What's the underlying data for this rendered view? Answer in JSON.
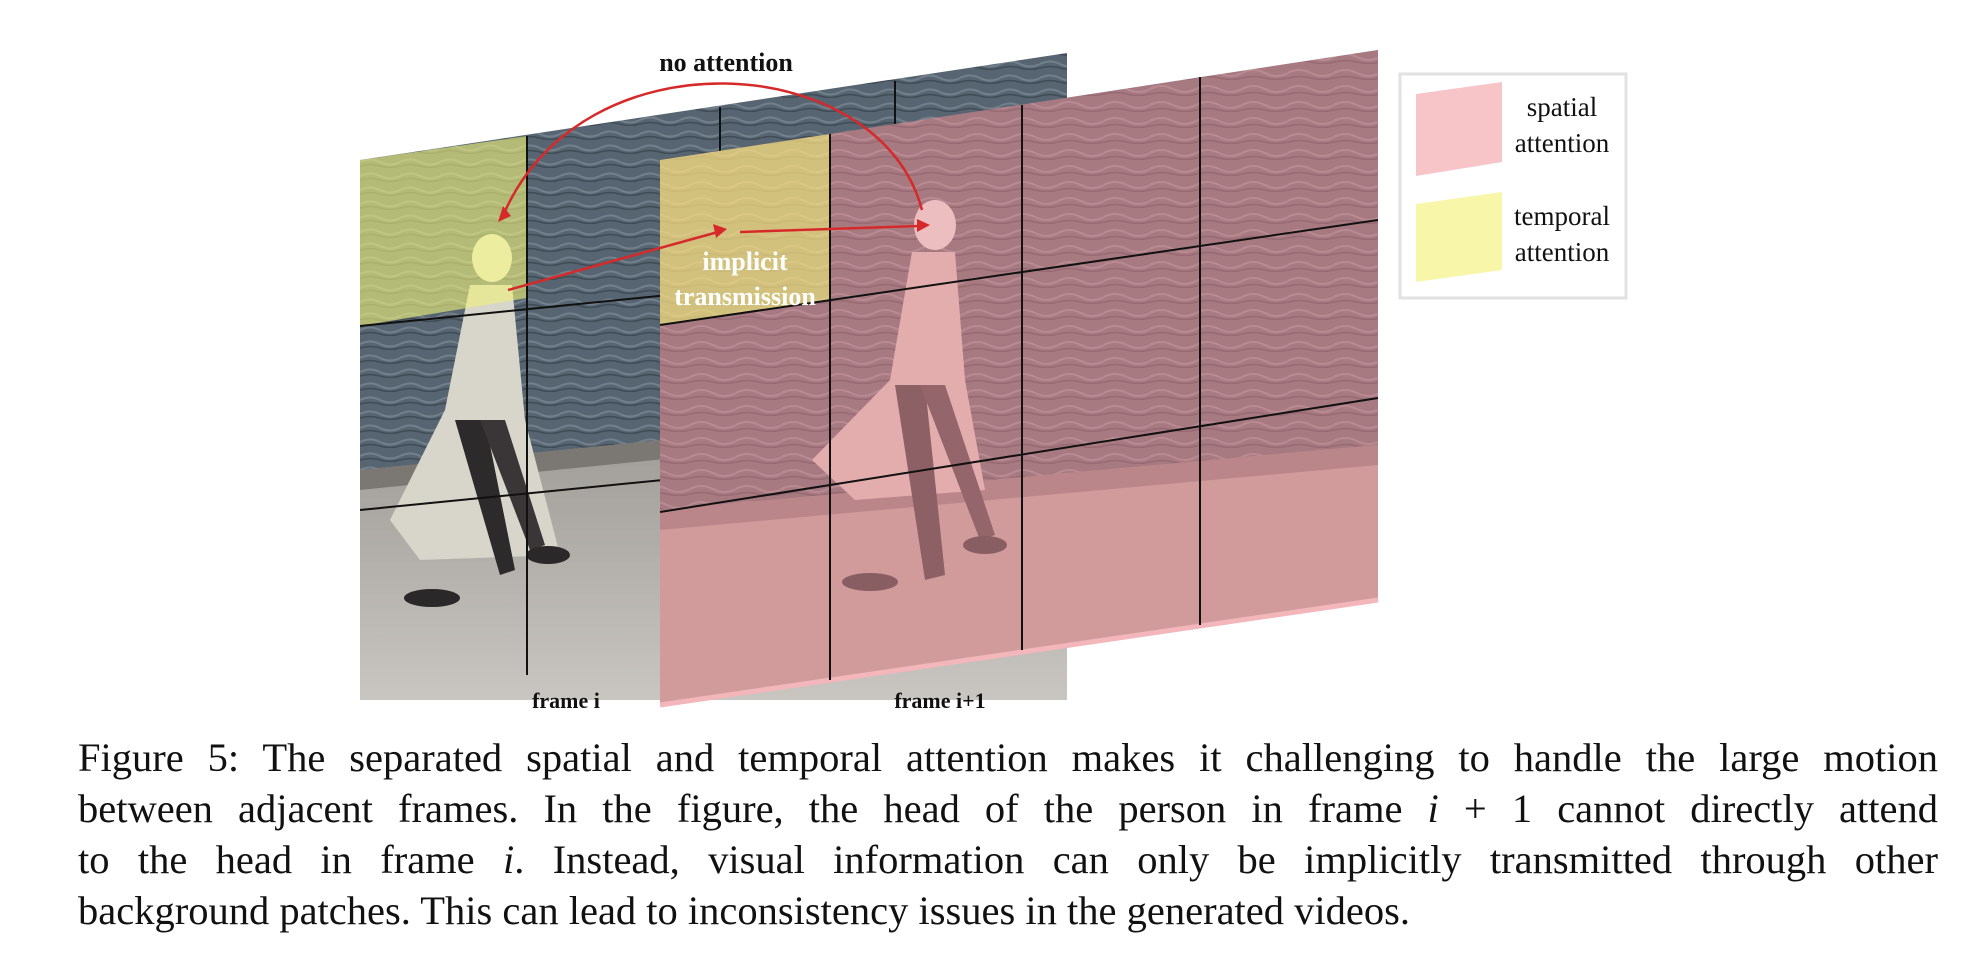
{
  "figure": {
    "labels": {
      "no_attention": "no attention",
      "implicit_line1": "implicit",
      "implicit_line2": "transmission",
      "frame_a": "frame i",
      "frame_b": "frame i+1"
    },
    "legend": {
      "items": [
        {
          "line1": "spatial",
          "line2": "attention",
          "color": "#f7c4c8"
        },
        {
          "line1": "temporal",
          "line2": "attention",
          "color": "#f8f6a8"
        }
      ]
    },
    "colors": {
      "spatial": "#f2a0a8",
      "temporal": "#eef07a",
      "arrow": "#d62a2a",
      "water": "#52616d",
      "ground": "#8e8a86"
    },
    "icons": [
      "person-walking-illustration",
      "water-texture"
    ]
  },
  "caption": {
    "line1": "Figure 5: The separated spatial and temporal attention makes it challenging to handle the large motion",
    "line2_a": "between adjacent frames. In the figure, the head of the person in frame ",
    "line2_math": "i",
    "line2_op": " + 1",
    "line2_b": " cannot directly attend",
    "line3_a": "to the head in frame ",
    "line3_math": "i",
    "line3_b": ". Instead, visual information can only be implicitly transmitted through other",
    "line4": "background patches. This can lead to inconsistency issues in the generated videos."
  }
}
